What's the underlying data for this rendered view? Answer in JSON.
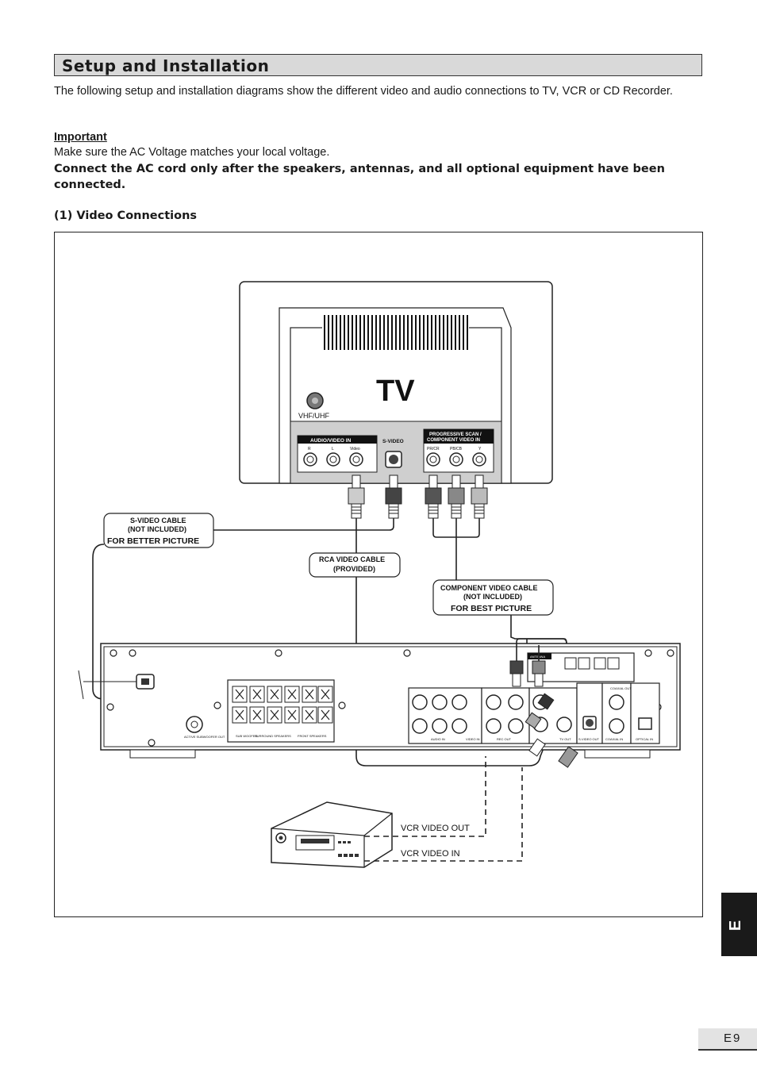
{
  "page": {
    "title": "Setup and Installation",
    "intro": "The following setup and installation diagrams show the different video and audio connections to TV, VCR or CD Recorder.",
    "important_heading": "Important",
    "important_line": "Make sure the AC Voltage matches your local voltage.",
    "important_bold": "Connect the AC cord only after the speakers, antennas, and all optional equipment have been connected.",
    "section_heading": "(1) Video Connections",
    "lang_tab": "E",
    "page_number": "E9"
  },
  "diagram": {
    "tv_label": "TV",
    "vhf_uhf": "VHF/UHF",
    "av_in_title": "AUDIO/VIDEO IN",
    "av_r": "R",
    "av_l": "L",
    "av_video": "Video",
    "svideo_label": "S-VIDEO",
    "prog_title_1": "PROGRESSIVE SCAN /",
    "prog_title_2": "COMPONENT VIDEO IN",
    "pr_cr": "PR/CR",
    "pb_cb": "PB/CB",
    "y": "Y",
    "svideo_cable_1": "S-VIDEO CABLE",
    "svideo_cable_2": "(NOT INCLUDED)",
    "svideo_cable_3": "FOR BETTER PICTURE",
    "rca_cable_1": "RCA VIDEO CABLE",
    "rca_cable_2": "(PROVIDED)",
    "comp_cable_1": "COMPONENT VIDEO CABLE",
    "comp_cable_2": "(NOT INCLUDED)",
    "comp_cable_3": "FOR BEST PICTURE",
    "vcr_out": "VCR VIDEO OUT",
    "vcr_in": "VCR VIDEO IN",
    "unit_active_sub": "ACTIVE SUBWOOFER OUT",
    "unit_sub": "SUB WOOFER",
    "unit_surround": "SURROUND SPEAKERS",
    "unit_front": "FRONT SPEAKERS",
    "unit_audio_in": "AUDIO IN",
    "unit_video_in": "VIDEO IN",
    "unit_rec_out": "REC OUT",
    "unit_tv_out": "TV OUT",
    "unit_svideo_out": "S-VIDEO OUT",
    "unit_coaxial_in": "COAXIAL IN",
    "unit_optical_in": "OPTICAL IN",
    "unit_coaxial_out": "COAXIAL OUT",
    "unit_antenna": "ANTENNA"
  }
}
